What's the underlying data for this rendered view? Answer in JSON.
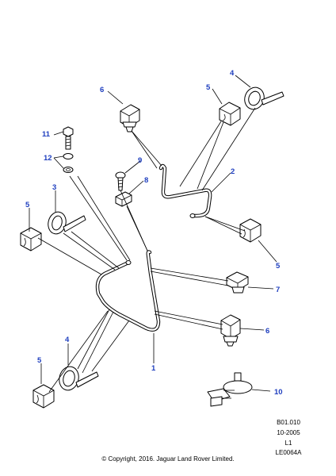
{
  "callouts": {
    "c1": "1",
    "c2": "2",
    "c4a": "4",
    "c4b": "4",
    "c5a": "5",
    "c5b": "5",
    "c5c": "5",
    "c5d": "5",
    "c6a": "6",
    "c6b": "6",
    "c7": "7",
    "c8": "8",
    "c9": "9",
    "c10": "10",
    "c11": "11",
    "c12": "12",
    "c3": "3"
  },
  "reference": {
    "line1": "B01.010",
    "line2": "10-2005",
    "line3": "L1",
    "line4": "LE0064A"
  },
  "copyright": "© Copyright, 2016. Jaguar Land Rover Limited.",
  "colors": {
    "callout": "#1f3fbf",
    "line": "#000000",
    "background": "#ffffff"
  }
}
